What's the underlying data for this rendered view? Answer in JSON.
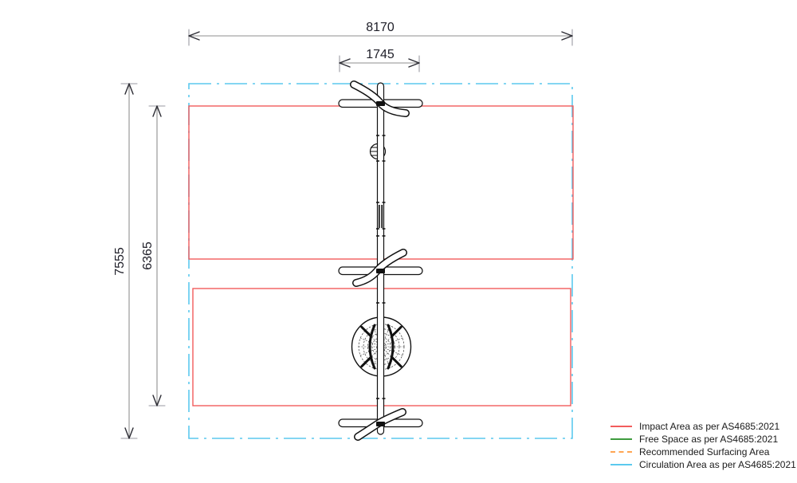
{
  "dimensions": {
    "overall_width_mm": "8170",
    "beam_width_mm": "1745",
    "overall_depth_mm": "7555",
    "impact_depth_mm": "6365"
  },
  "legend": {
    "items": [
      {
        "label": "Impact Area as per AS4685:2021",
        "color": "#F25C5C",
        "style": "solid"
      },
      {
        "label": "Free Space as per AS4685:2021",
        "color": "#3E9B3E",
        "style": "solid"
      },
      {
        "label": "Recommended Surfacing Area",
        "color": "#FFA552",
        "style": "dashed"
      },
      {
        "label": "Circulation Area as per AS4685:2021",
        "color": "#5BC9EE",
        "style": "solid"
      }
    ]
  },
  "colors": {
    "impact_area": "#F25C5C",
    "free_space": "#3E9B3E",
    "recommended_surfacing": "#FFA552",
    "circulation_area": "#5BC9EE",
    "dimension_line": "#8F8F8F",
    "equipment_line": "#111111"
  }
}
